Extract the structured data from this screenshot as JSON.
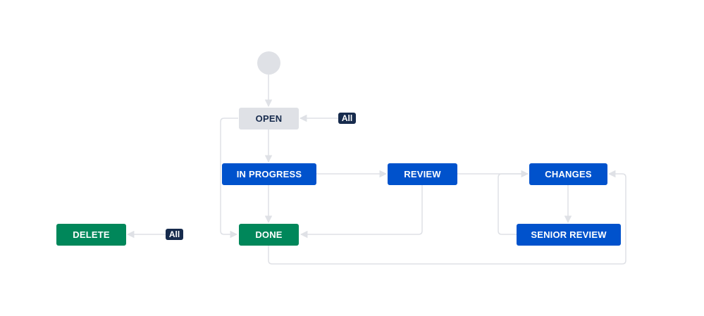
{
  "statuses": {
    "open": "OPEN",
    "in_progress": "IN PROGRESS",
    "review": "REVIEW",
    "changes": "CHANGES",
    "senior_review": "SENIOR REVIEW",
    "done": "DONE",
    "delete": "DELETE"
  },
  "global_transitions": {
    "open_badge": "All",
    "delete_badge": "All"
  },
  "colors": {
    "todo": "#dfe1e6",
    "in_progress": "#0052cc",
    "done": "#00875a",
    "badge": "#172b4d",
    "connector": "#dfe1e6"
  }
}
